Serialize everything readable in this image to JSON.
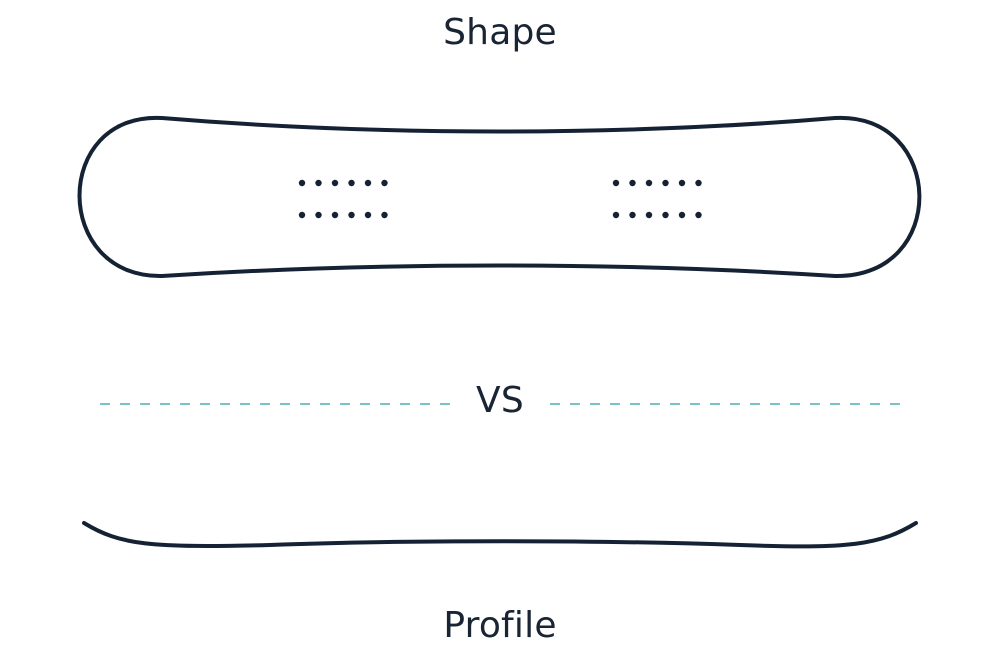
{
  "titles": {
    "top": "Shape",
    "middle": "VS",
    "bottom": "Profile"
  },
  "colors": {
    "outline": "#142233",
    "divider": "#7cc2c4",
    "text": "#1a2533",
    "background": "#ffffff"
  },
  "shape_board": {
    "insert_holes_per_row": 6,
    "insert_rows_per_binding": 2,
    "binding_groups": 2
  }
}
